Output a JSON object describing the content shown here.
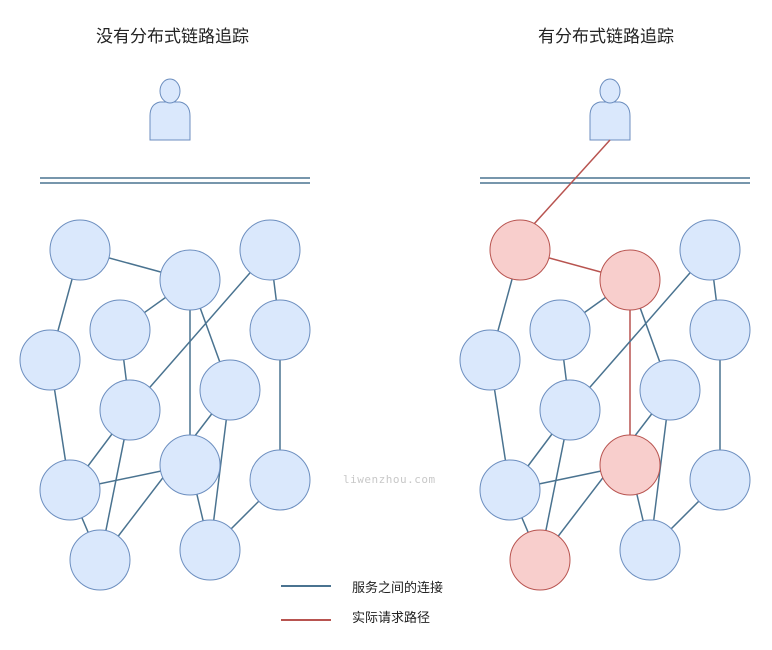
{
  "titles": {
    "left": "没有分布式链路追踪",
    "right": "有分布式链路追踪"
  },
  "legend": {
    "service_link": "服务之间的连接",
    "request_path": "实际请求路径"
  },
  "watermark": "liwenzhou.com",
  "icons": {
    "user": "user-icon",
    "load_balancer": "load-balancer-icon"
  },
  "colors": {
    "node_fill": "#dae8fc",
    "node_stroke": "#6c8ebf",
    "link": "#4a7390",
    "request_fill": "#f8cecc",
    "request_stroke": "#b85450",
    "request_link": "#b85450"
  }
}
